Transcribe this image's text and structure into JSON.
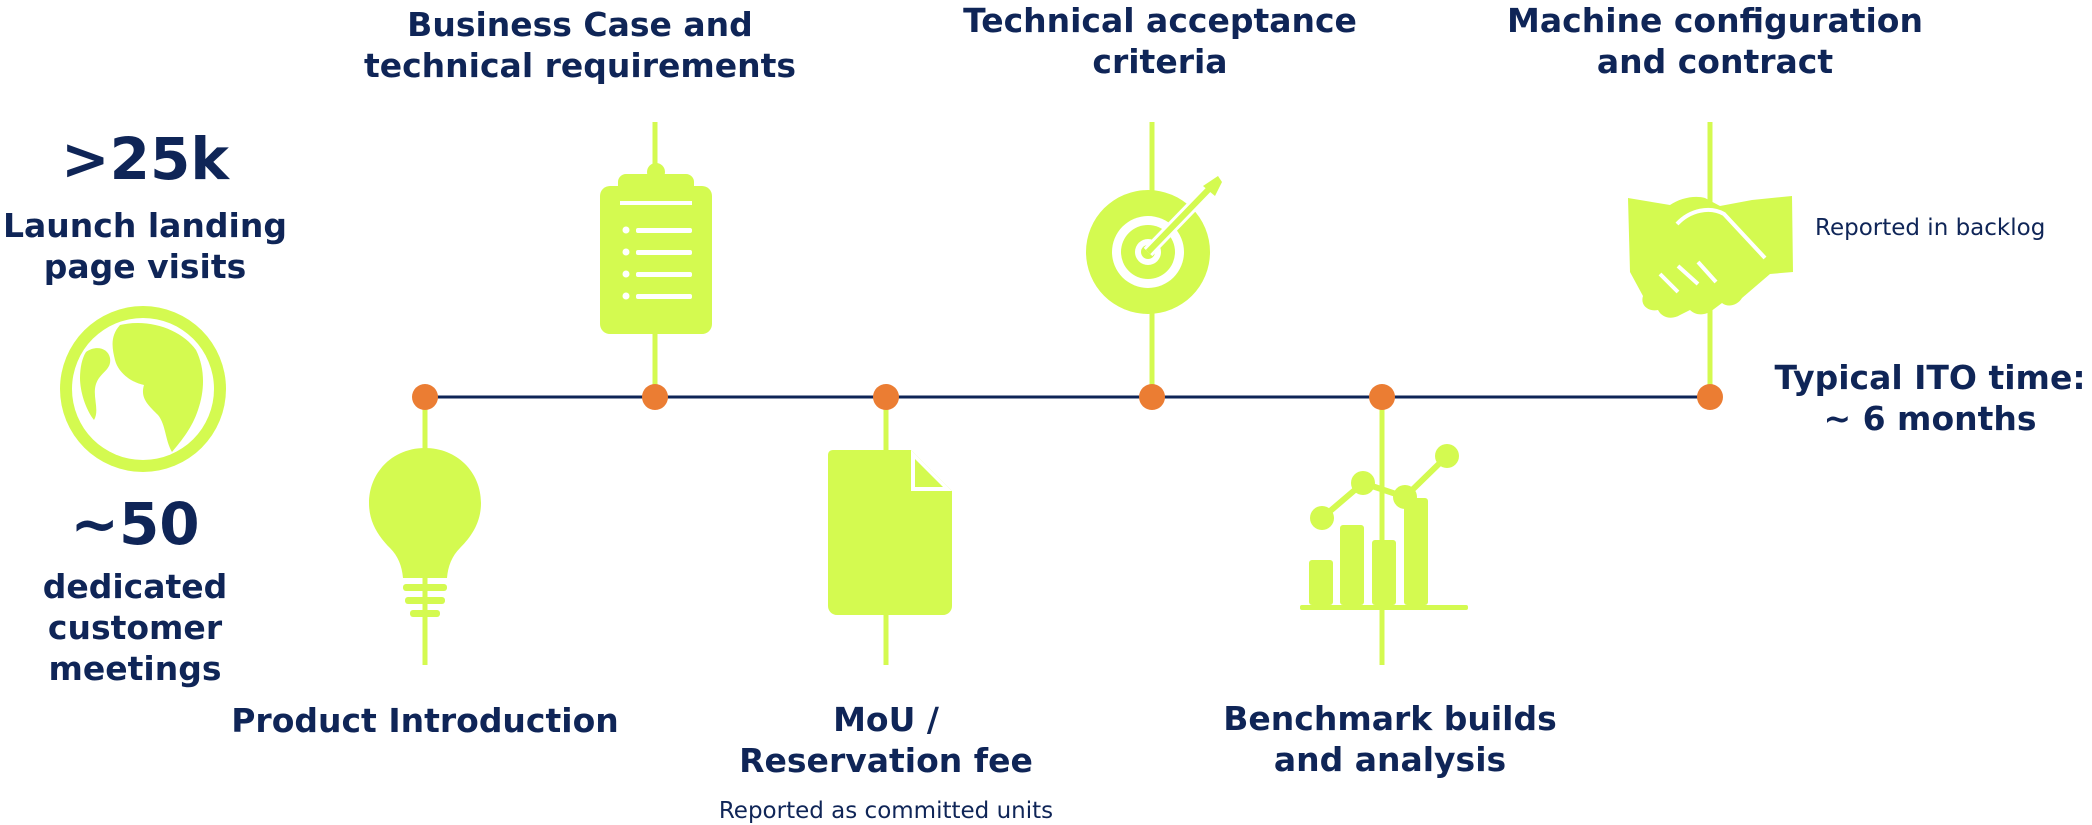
{
  "colors": {
    "navy": "#0f2557",
    "lime": "#d4fa50",
    "orange": "#eb7d33"
  },
  "stats": {
    "visits_value": ">25k",
    "visits_label": "Launch landing page visits",
    "meetings_value": "~50",
    "meetings_label": "dedicated customer meetings"
  },
  "milestones": {
    "business_case": "Business Case and technical requirements",
    "technical_acceptance": "Technical acceptance criteria",
    "machine_config": "Machine configuration and contract",
    "product_intro": "Product Introduction",
    "mou_line1": "MoU /",
    "mou_line2": "Reservation fee",
    "benchmark": "Benchmark builds and analysis"
  },
  "notes": {
    "backlog": "Reported in backlog",
    "committed": "Reported as committed units"
  },
  "ito": {
    "line1": "Typical ITO time:",
    "line2": "~ 6 months"
  },
  "icons": [
    "globe-icon",
    "lightbulb-icon",
    "clipboard-icon",
    "document-icon",
    "target-icon",
    "chart-icon",
    "handshake-icon"
  ]
}
